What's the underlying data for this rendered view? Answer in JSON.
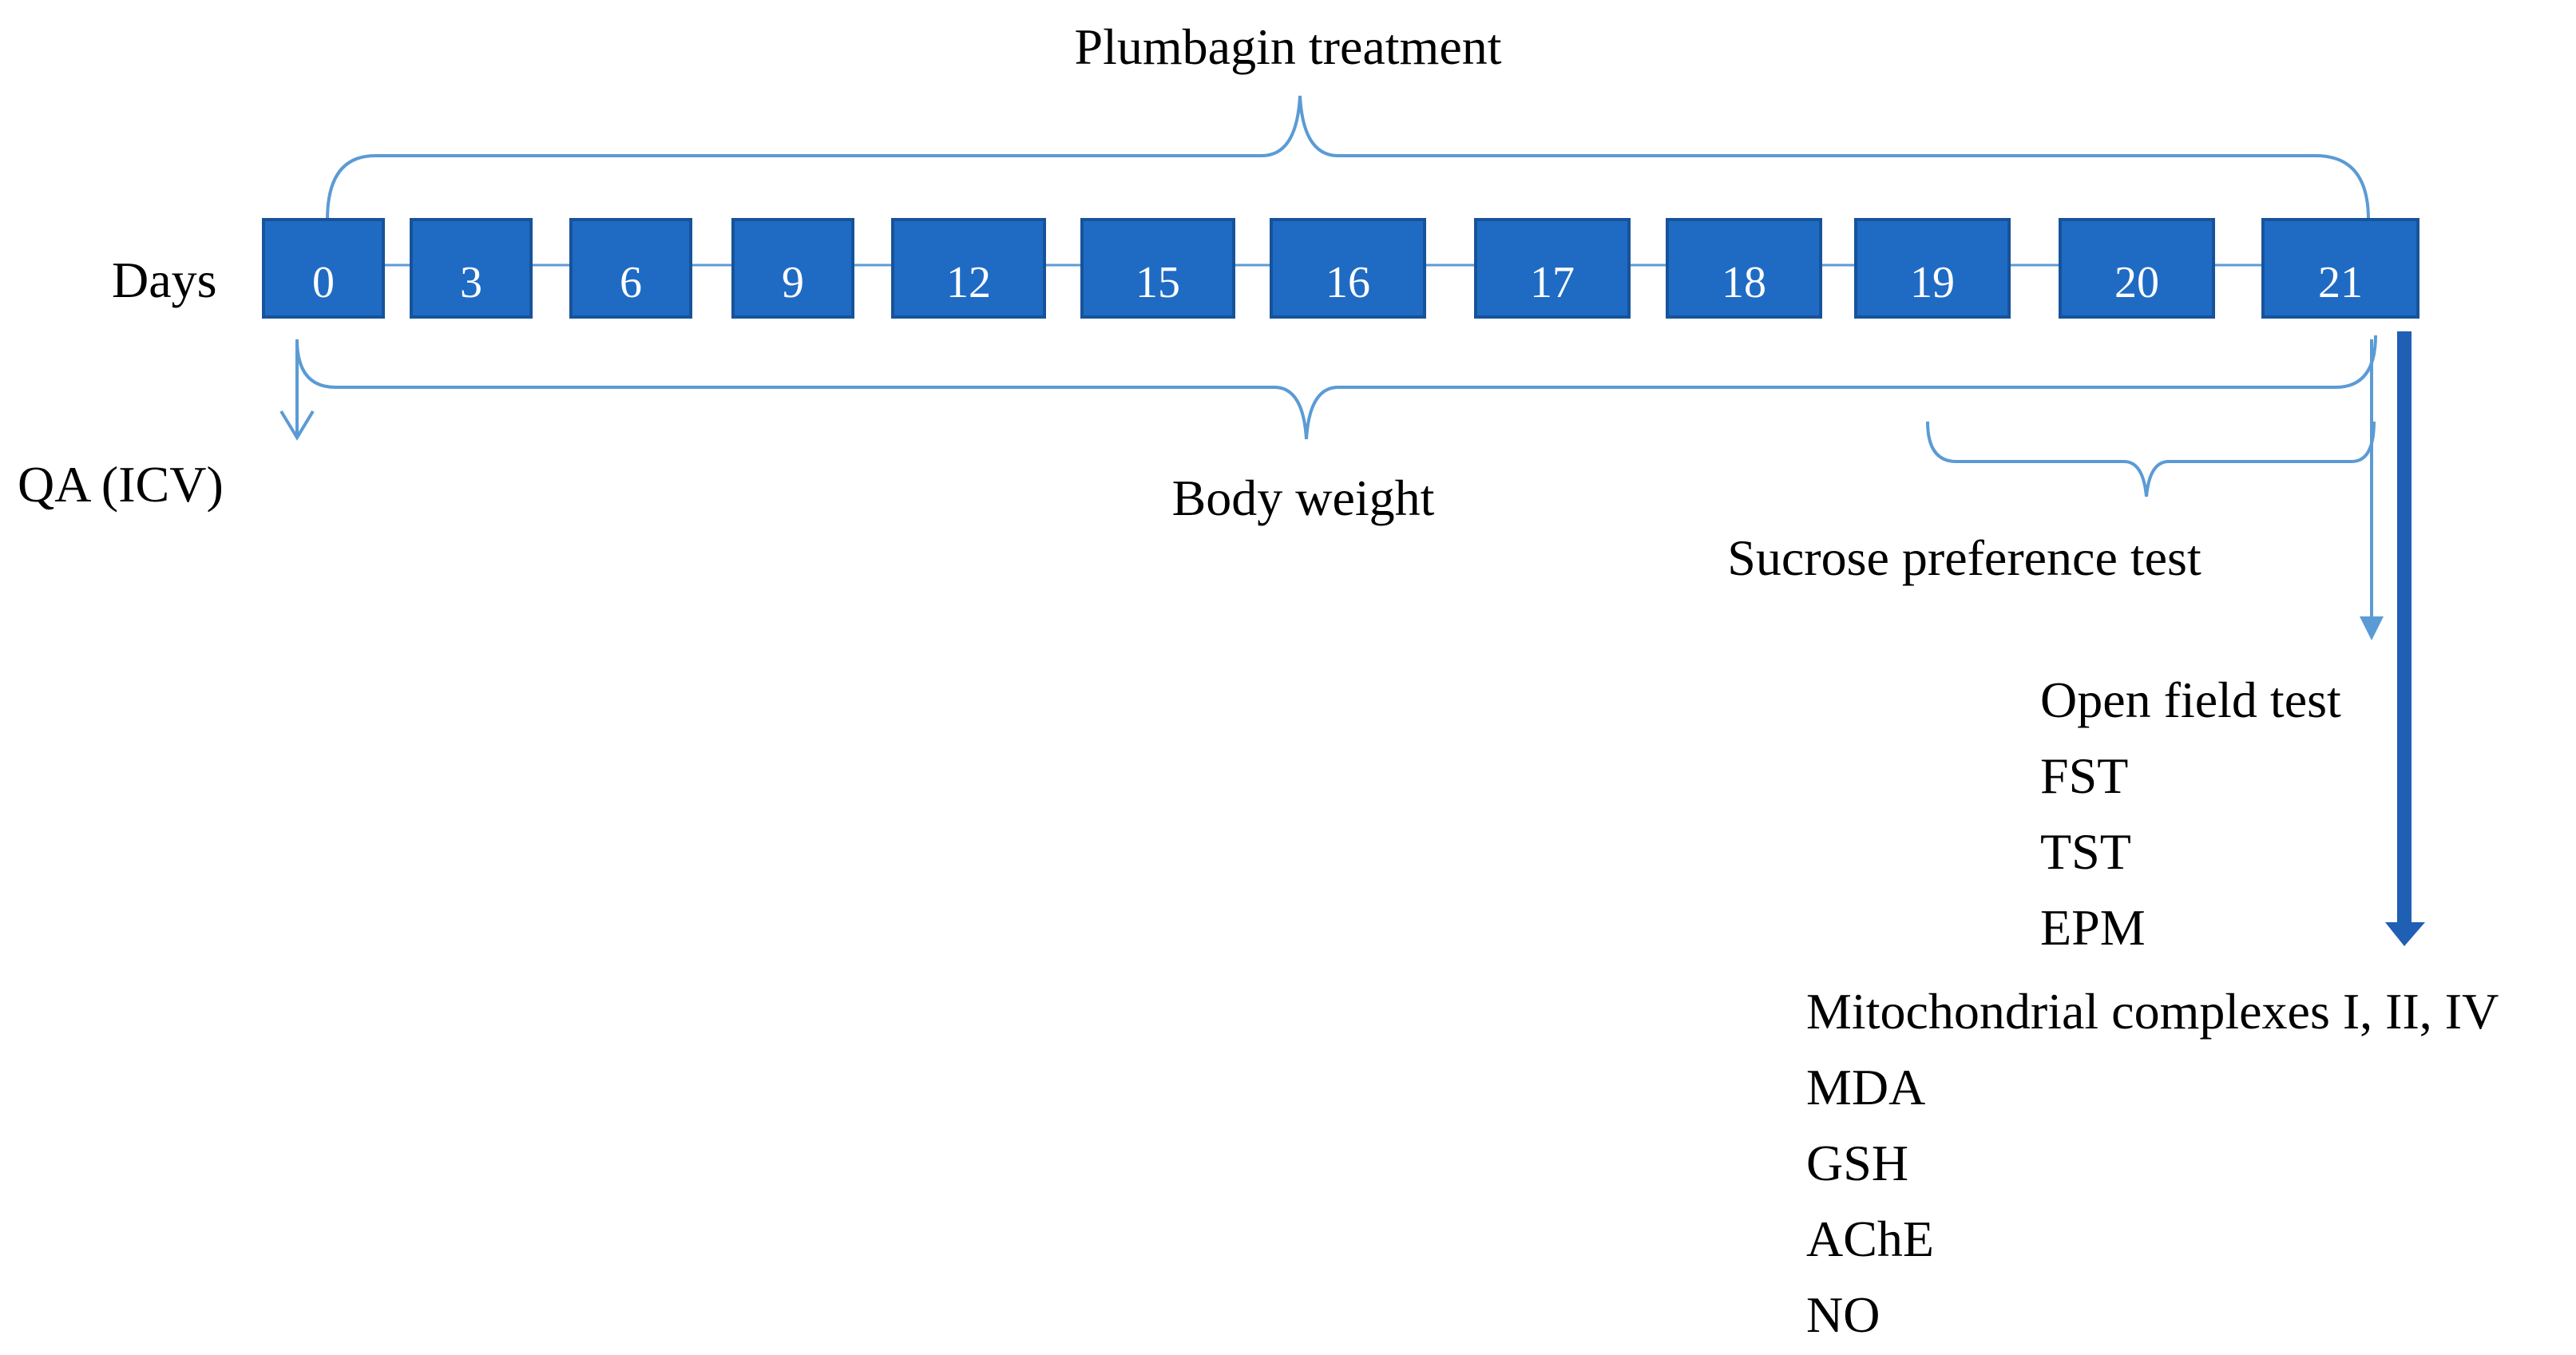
{
  "colors": {
    "box_fill": "#1F6BC4",
    "box_stroke": "#17539A",
    "line": "#5B9BD5",
    "arrow": "#1F5FB4",
    "text": "#000000",
    "day_text": "#FFFFFF"
  },
  "labels": {
    "plumbagin": "Plumbagin treatment",
    "days": "Days",
    "qa": "QA (ICV)",
    "body_weight": "Body weight",
    "sucrose": "Sucrose preference test"
  },
  "days": [
    "0",
    "3",
    "6",
    "9",
    "12",
    "15",
    "16",
    "17",
    "18",
    "19",
    "20",
    "21"
  ],
  "behavioral_tests": [
    "Open field test",
    "FST",
    "TST",
    "EPM"
  ],
  "biochemical_tests": [
    "Mitochondrial complexes I, II, IV",
    "MDA",
    "GSH",
    "AChE",
    "NO"
  ]
}
